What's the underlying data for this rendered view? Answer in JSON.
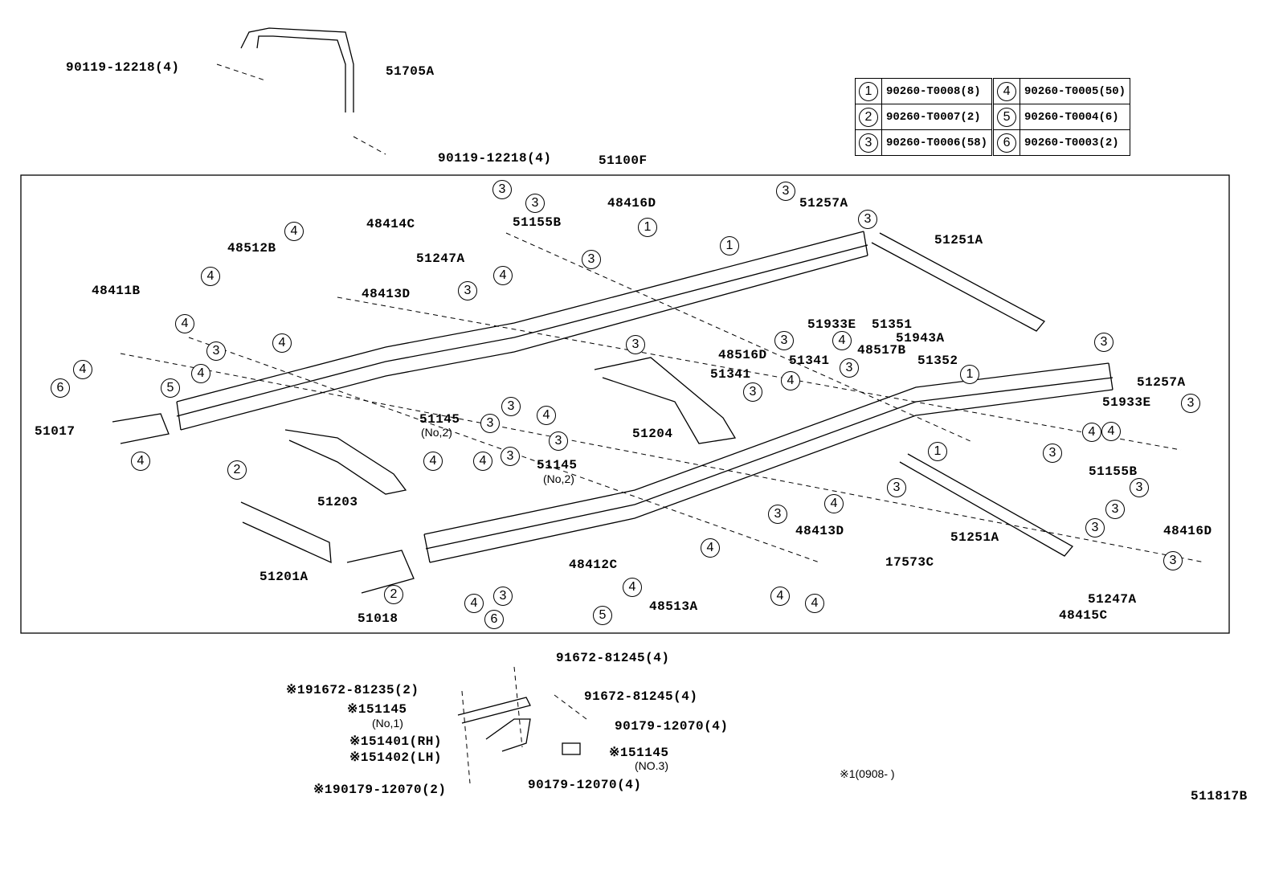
{
  "legend": [
    {
      "num": "1",
      "part": "90260-T0008(8)"
    },
    {
      "num": "2",
      "part": "90260-T0007(2)"
    },
    {
      "num": "3",
      "part": "90260-T0006(58)"
    },
    {
      "num": "4",
      "part": "90260-T0005(50)"
    },
    {
      "num": "5",
      "part": "90260-T0004(6)"
    },
    {
      "num": "6",
      "part": "90260-T0003(2)"
    }
  ],
  "labels": [
    "90119-12218(4)",
    "51705A",
    "90119-12218(4)",
    "51100F",
    "48414C",
    "51155B",
    "48416D",
    "51257A",
    "51251A",
    "48512B",
    "51247A",
    "48413D",
    "48411B",
    "51933E",
    "51351",
    "51943A",
    "48516D",
    "48517B",
    "51341",
    "51352",
    "51341",
    "51257A",
    "51933E",
    "51017",
    "51145",
    "51204",
    "51145",
    "51155B",
    "51203",
    "48413D",
    "48416D",
    "17573C",
    "51251A",
    "48412C",
    "51201A",
    "48513A",
    "51018",
    "51247A",
    "48415C",
    "91672-81245(4)",
    "※191672-81235(2)",
    "91672-81245(4)",
    "※151145",
    "90179-12070(4)",
    "※151401(RH)",
    "※151402(LH)",
    "※151145",
    "※190179-12070(2)",
    "90179-12070(4)",
    "511817B"
  ],
  "sublabels": [
    "(No,2)",
    "(No,2)",
    "(No,1)",
    "(NO.3)",
    "※1(0908-     )"
  ],
  "callouts": [
    "3",
    "3",
    "3",
    "3",
    "1",
    "1",
    "4",
    "4",
    "3",
    "4",
    "3",
    "4",
    "4",
    "3",
    "4",
    "4",
    "3",
    "6",
    "5",
    "3",
    "4",
    "3",
    "1",
    "3",
    "4",
    "3",
    "3",
    "3",
    "4",
    "4",
    "4",
    "3",
    "4",
    "2",
    "4",
    "4",
    "3",
    "3",
    "1",
    "3",
    "3",
    "3",
    "3",
    "4",
    "3",
    "4",
    "4",
    "4",
    "4",
    "2",
    "4",
    "3",
    "6",
    "5",
    "3",
    "3"
  ]
}
